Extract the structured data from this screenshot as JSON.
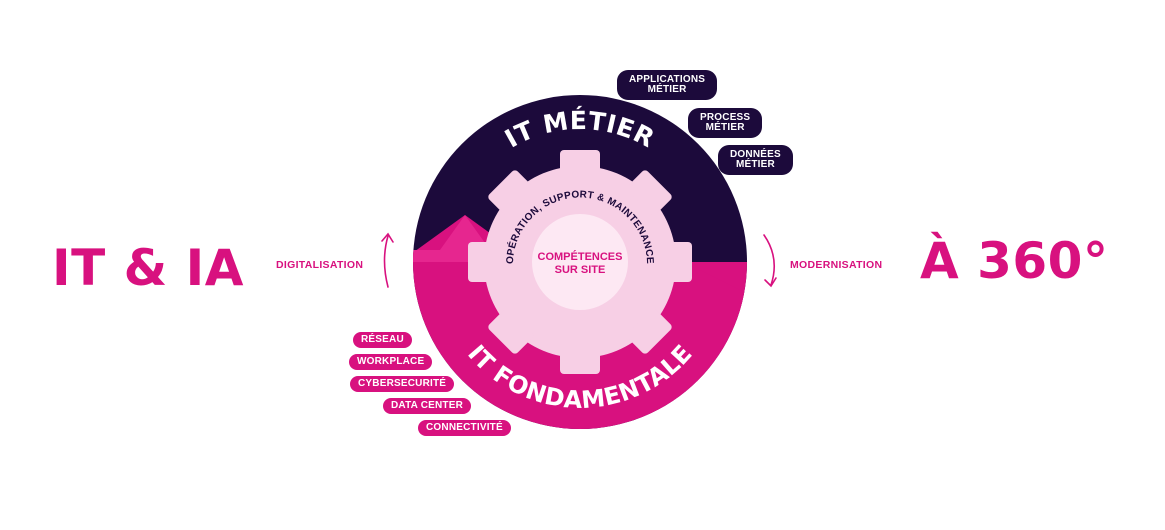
{
  "left_title": "IT & IA",
  "right_title": "À 360°",
  "flow_left_label": "DIGITALISATION",
  "flow_right_label": "MODERNISATION",
  "circle_top_label": "IT MÉTIER",
  "circle_bottom_label": "IT FONDAMENTALE",
  "gear_label": "OPÉRATION, SUPPORT & MAINTENANCE",
  "core_label_line1": "COMPÉTENCES",
  "core_label_line2": "SUR SITE",
  "metier_items": [
    {
      "line1": "APPLICATIONS",
      "line2": "MÉTIER"
    },
    {
      "line1": "PROCESS",
      "line2": "MÉTIER"
    },
    {
      "line1": "DONNÉES",
      "line2": "MÉTIER"
    }
  ],
  "fondamentale_items": [
    "RÉSEAU",
    "WORKPLACE",
    "CYBERSECURITÉ",
    "DATA CENTER",
    "CONNECTIVITÉ"
  ],
  "colors": {
    "dark": "#1c0a3b",
    "pink": "#d8117f",
    "pink_light": "#e11a8c",
    "gear": "#f7cfe5",
    "core": "#fde8f3"
  }
}
